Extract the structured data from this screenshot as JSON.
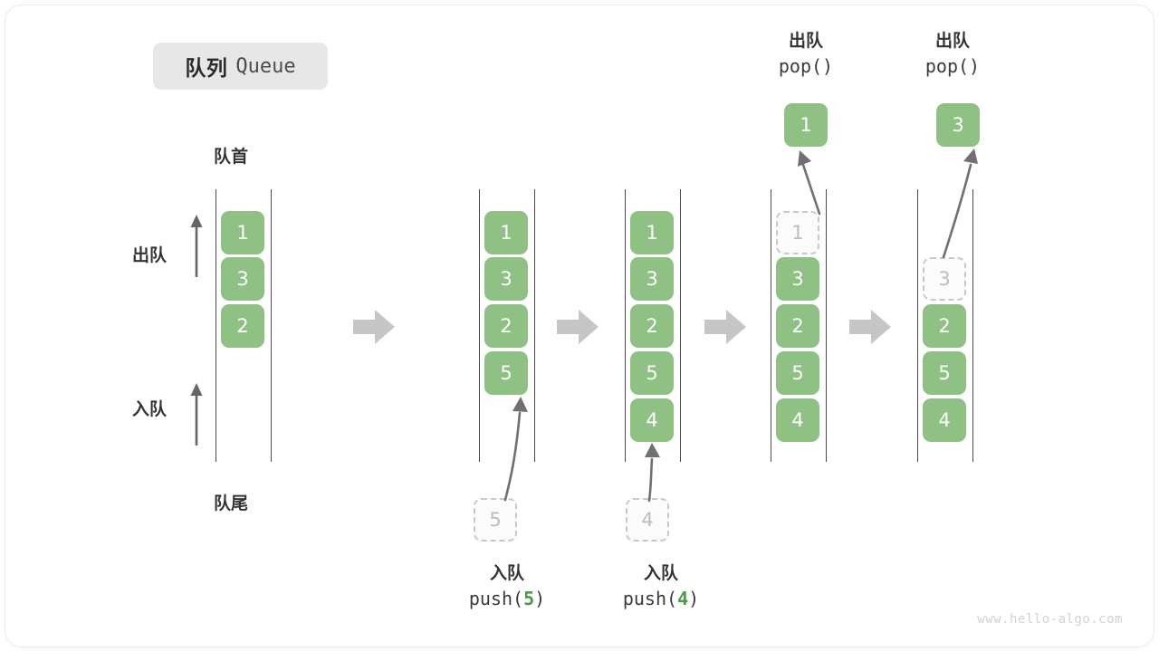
{
  "title": {
    "cn": "队列",
    "en": "Queue"
  },
  "labels": {
    "front": "队首",
    "rear": "队尾",
    "dequeue": "出队",
    "enqueue": "入队"
  },
  "watermark": "www.hello-algo.com",
  "steps": [
    {
      "name": "initial-queue",
      "items": [
        "1",
        "3",
        "2"
      ],
      "ghost_top": null,
      "ghost_bottom": null,
      "caption_cn": null,
      "caption_fn": null,
      "caption_arg": null,
      "popped": null
    },
    {
      "name": "after-push-5",
      "items": [
        "1",
        "3",
        "2",
        "5"
      ],
      "ghost_bottom": "5",
      "caption_cn": "入队",
      "caption_fn": "push(",
      "caption_arg": "5",
      "caption_fn_close": ")"
    },
    {
      "name": "after-push-4",
      "items": [
        "1",
        "3",
        "2",
        "5",
        "4"
      ],
      "ghost_bottom": "4",
      "caption_cn": "入队",
      "caption_fn": "push(",
      "caption_arg": "4",
      "caption_fn_close": ")"
    },
    {
      "name": "after-pop-1",
      "items": [
        "3",
        "2",
        "5",
        "4"
      ],
      "ghost_top": "1",
      "popped": "1",
      "caption_cn": "出队",
      "caption_fn": "pop()"
    },
    {
      "name": "after-pop-3",
      "items": [
        "2",
        "5",
        "4"
      ],
      "ghost_top": "3",
      "popped": "3",
      "caption_cn": "出队",
      "caption_fn": "pop()"
    }
  ],
  "colors": {
    "element": "#8ec183",
    "ghost_border": "#c8c8c8",
    "ghost_text": "#bdbdbd",
    "rail": "#4a4a4a",
    "step_arrow": "#c6c6c6",
    "accent_text": "#4a9a4a"
  }
}
